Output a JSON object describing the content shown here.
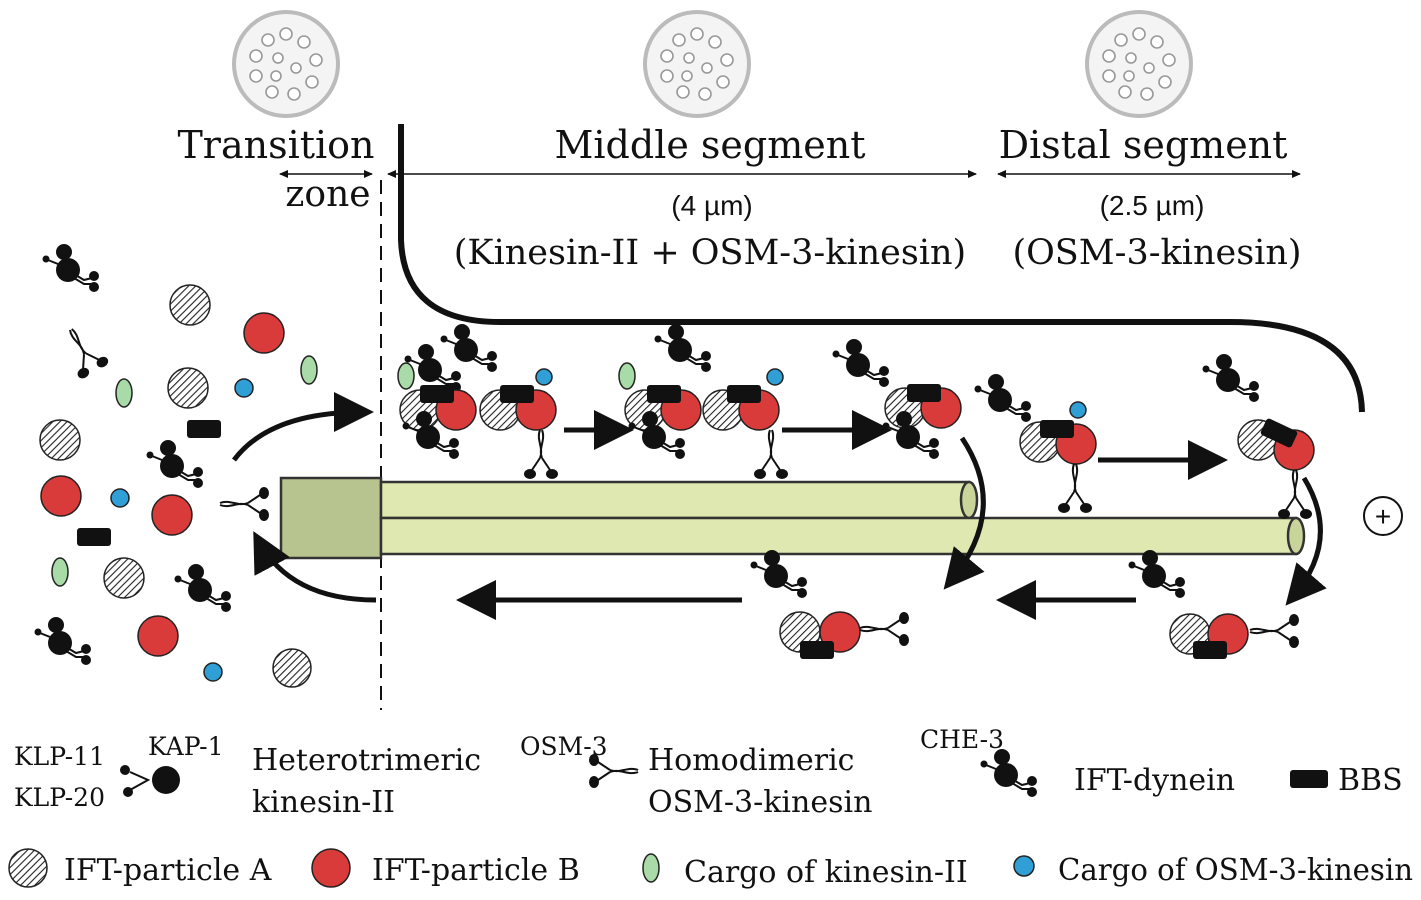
{
  "regions": {
    "transition_label": "Transition",
    "transition_sub": "zone",
    "middle_label": "Middle segment",
    "middle_length": "(4 µm)",
    "middle_motors": "(Kinesin-II + OSM-3-kinesin)",
    "distal_label": "Distal segment",
    "distal_length": "(2.5 µm)",
    "distal_motors": "(OSM-3-kinesin)"
  },
  "plus_end": "+",
  "legend": {
    "klp11": "KLP-11",
    "klp20": "KLP-20",
    "kap1": "KAP-1",
    "kinesin2_line1": "Heterotrimeric",
    "kinesin2_line2": "kinesin-II",
    "osm3": "OSM-3",
    "osm3_line1": "Homodimeric",
    "osm3_line2": "OSM-3-kinesin",
    "che3": "CHE-3",
    "dynein": "IFT-dynein",
    "bbs": "BBS",
    "particle_a": "IFT-particle A",
    "particle_b": "IFT-particle B",
    "cargo_k2": "Cargo of kinesin-II",
    "cargo_osm3": "Cargo of OSM-3-kinesin"
  },
  "colors": {
    "particle_b": "#d93a3a",
    "cargo_k2": "#a8dba8",
    "cargo_osm3": "#2f9fd6",
    "microtubule": "#dfe8b0",
    "basal_body": "#b8c490"
  }
}
